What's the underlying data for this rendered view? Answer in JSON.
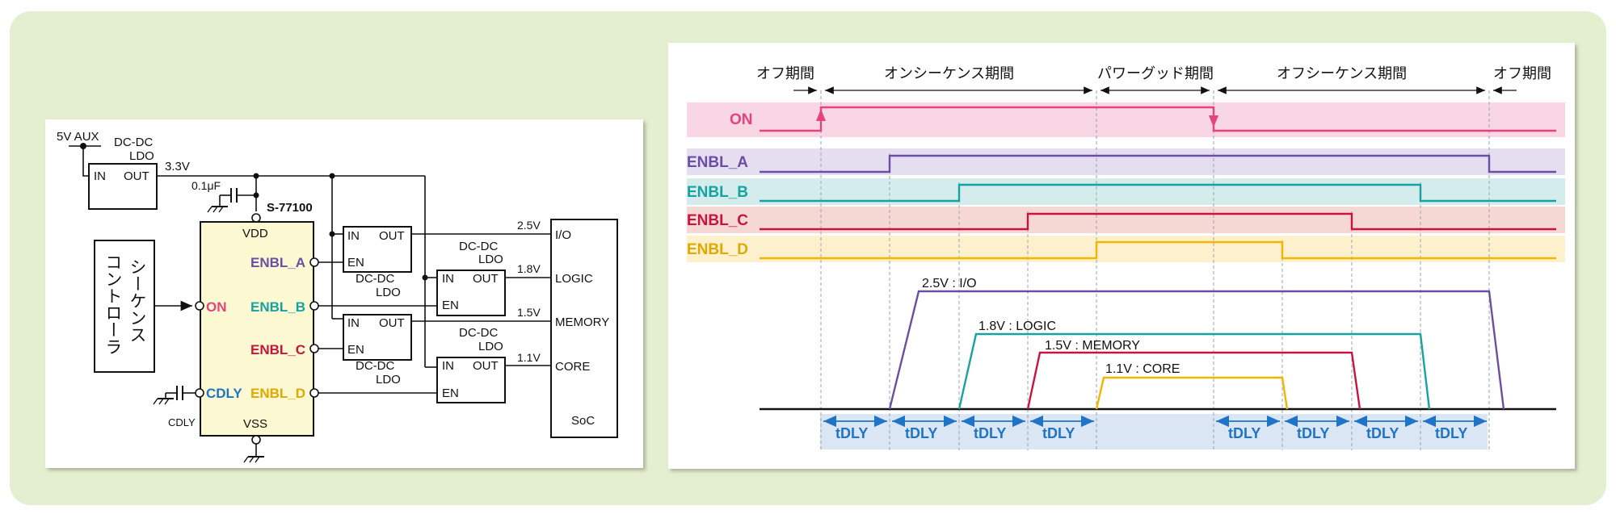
{
  "colors": {
    "on": "#e5437e",
    "enbl_a": "#6a4ea3",
    "enbl_b": "#16a3a0",
    "enbl_c": "#c8143c",
    "enbl_d": "#f2b600",
    "cdly": "#1f74c8",
    "tdly": "#1f74c8",
    "panel_bg": "#e4efcf"
  },
  "circuit": {
    "supply_label": "5V AUX",
    "ldo_main": {
      "title1": "DC-DC",
      "title2": "LDO",
      "in": "IN",
      "out": "OUT"
    },
    "rail_label": "3.3V",
    "cap_label": "0.1μF",
    "ic_name": "S-77100",
    "vdd": "VDD",
    "vss": "VSS",
    "on_pin": "ON",
    "cdly_pin": "CDLY",
    "cdly_cap": "CDLY",
    "pins": [
      "ENBL_A",
      "ENBL_B",
      "ENBL_C",
      "ENBL_D"
    ],
    "controller": "シーケンスコントローラ",
    "regs": [
      {
        "in": "IN",
        "out": "OUT",
        "en": "EN",
        "l1": "DC-DC",
        "l2": "LDO",
        "voltage": "2.5V"
      },
      {
        "in": "IN",
        "out": "OUT",
        "en": "EN",
        "l1": "DC-DC",
        "l2": "LDO",
        "voltage": "1.8V"
      },
      {
        "in": "IN",
        "out": "OUT",
        "en": "EN",
        "l1": "DC-DC",
        "l2": "LDO",
        "voltage": "1.5V"
      },
      {
        "in": "IN",
        "out": "OUT",
        "en": "EN",
        "l1": "DC-DC",
        "l2": "LDO",
        "voltage": "1.1V"
      }
    ],
    "soc": {
      "ports": [
        "I/O",
        "LOGIC",
        "MEMORY",
        "CORE"
      ],
      "name": "SoC"
    }
  },
  "timing": {
    "periods": [
      "オフ期間",
      "オンシーケンス期間",
      "パワーグッド期間",
      "オフシーケンス期間",
      "オフ期間"
    ],
    "signals": [
      "ON",
      "ENBL_A",
      "ENBL_B",
      "ENBL_C",
      "ENBL_D"
    ],
    "rails": [
      "2.5V : I/O",
      "1.8V : LOGIC",
      "1.5V : MEMORY",
      "1.1V : CORE"
    ],
    "tdly_label": "tDLY"
  }
}
